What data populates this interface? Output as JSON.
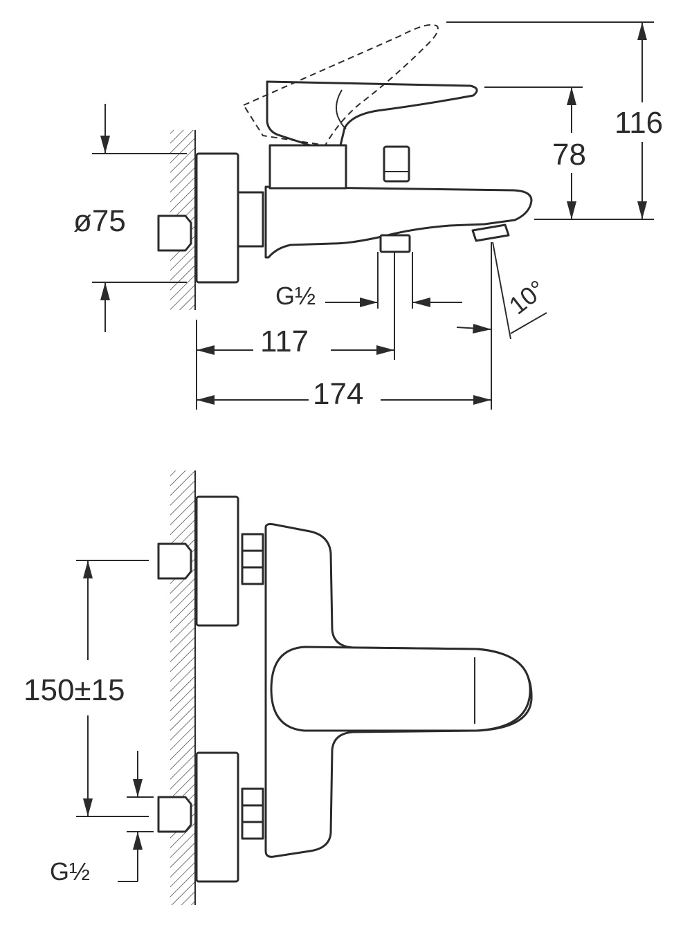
{
  "side_view": {
    "rosette_diameter": "ø75",
    "height_overall": "116",
    "height_spout": "78",
    "thread_outlet": "G½",
    "offset_outlet": "117",
    "depth_overall": "174",
    "spout_angle": "10°"
  },
  "front_view": {
    "inlet_spacing": "150±15",
    "thread_inlet": "G½"
  }
}
